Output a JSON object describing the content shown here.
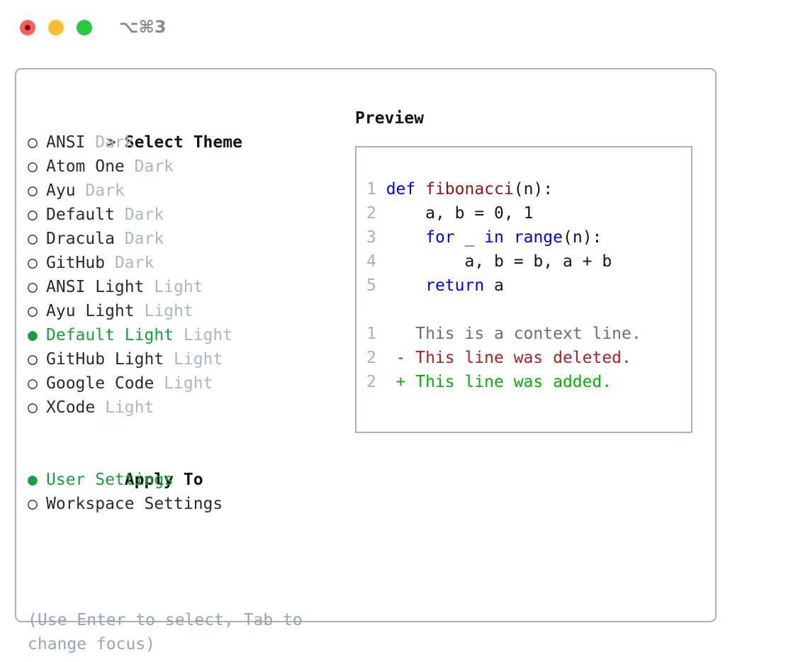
{
  "window": {
    "shortcut": "⌥⌘3",
    "traffic_lights": [
      {
        "name": "close-button",
        "color": "#ff5f56"
      },
      {
        "name": "minimize-button",
        "color": "#ffbd2e"
      },
      {
        "name": "zoom-button",
        "color": "#27c93f"
      }
    ]
  },
  "theme_picker": {
    "prompt_marker": ">",
    "title": "Select Theme",
    "bullet_selected": "●",
    "bullet_unselected": "○",
    "items": [
      {
        "name": "ANSI",
        "kind": "Dark",
        "selected": false
      },
      {
        "name": "Atom One",
        "kind": "Dark",
        "selected": false
      },
      {
        "name": "Ayu",
        "kind": "Dark",
        "selected": false
      },
      {
        "name": "Default",
        "kind": "Dark",
        "selected": false
      },
      {
        "name": "Dracula",
        "kind": "Dark",
        "selected": false
      },
      {
        "name": "GitHub",
        "kind": "Dark",
        "selected": false
      },
      {
        "name": "ANSI Light",
        "kind": "Light",
        "selected": false
      },
      {
        "name": "Ayu Light",
        "kind": "Light",
        "selected": false
      },
      {
        "name": "Default Light",
        "kind": "Light",
        "selected": true
      },
      {
        "name": "GitHub Light",
        "kind": "Light",
        "selected": false
      },
      {
        "name": "Google Code",
        "kind": "Light",
        "selected": false
      },
      {
        "name": "XCode",
        "kind": "Light",
        "selected": false
      }
    ]
  },
  "apply_to": {
    "title": "Apply To",
    "options": [
      {
        "label": "User Settings",
        "selected": true
      },
      {
        "label": "Workspace Settings",
        "selected": false
      }
    ]
  },
  "help": {
    "text": "(Use Enter to select, Tab to change focus)"
  },
  "preview": {
    "heading": "Preview",
    "code_lines": [
      {
        "no": "1",
        "tokens": [
          {
            "t": "def ",
            "c": "kw"
          },
          {
            "t": "fibonacci",
            "c": "fn"
          },
          {
            "t": "(n):",
            "c": "plain"
          }
        ]
      },
      {
        "no": "2",
        "tokens": [
          {
            "t": "    a, b = 0, 1",
            "c": "plain"
          }
        ]
      },
      {
        "no": "3",
        "tokens": [
          {
            "t": "    ",
            "c": "plain"
          },
          {
            "t": "for",
            "c": "kw"
          },
          {
            "t": " _ ",
            "c": "plain"
          },
          {
            "t": "in",
            "c": "kw"
          },
          {
            "t": " ",
            "c": "plain"
          },
          {
            "t": "range",
            "c": "builtin"
          },
          {
            "t": "(n):",
            "c": "plain"
          }
        ]
      },
      {
        "no": "4",
        "tokens": [
          {
            "t": "        a, b = b, a + b",
            "c": "plain"
          }
        ]
      },
      {
        "no": "5",
        "tokens": [
          {
            "t": "    ",
            "c": "plain"
          },
          {
            "t": "return",
            "c": "kw"
          },
          {
            "t": " a",
            "c": "plain"
          }
        ]
      }
    ],
    "diff_lines": [
      {
        "no": "1",
        "sign": " ",
        "text": " This is a context line.",
        "kind": "diff-context"
      },
      {
        "no": "2",
        "sign": "-",
        "text": " This line was deleted.",
        "kind": "diff-del"
      },
      {
        "no": "2",
        "sign": "+",
        "text": " This line was added.",
        "kind": "diff-add"
      }
    ]
  },
  "colors": {
    "accent_green": "#12a33a",
    "border": "#a6b0bf",
    "muted": "#aeb6c2",
    "keyword_blue": "#0000ee",
    "function_red": "#9b1010",
    "diff_delete": "#b02020",
    "diff_add": "#00b400"
  }
}
